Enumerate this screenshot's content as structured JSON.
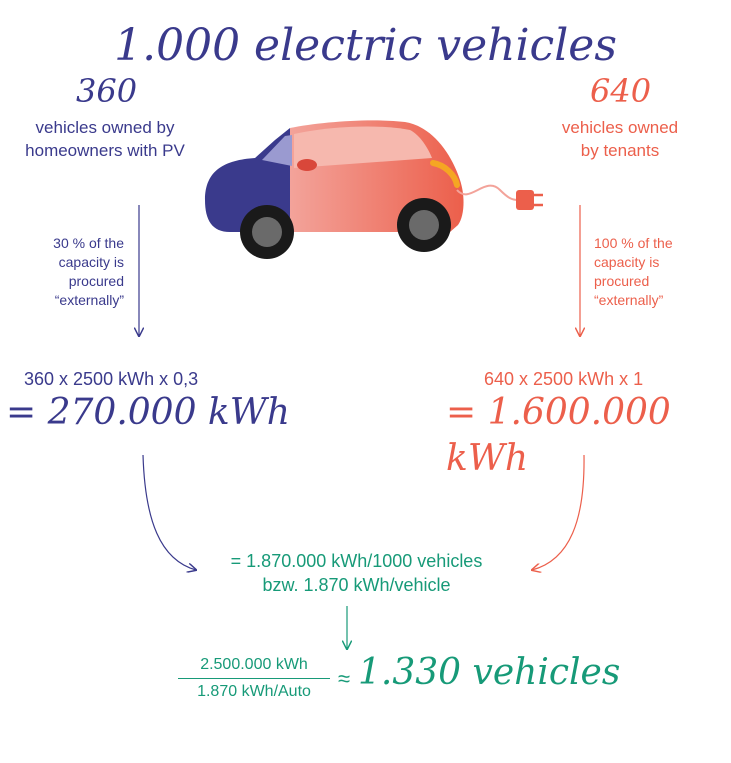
{
  "title": "1.000 electric vehicles",
  "left": {
    "count": "360",
    "description_line1": "vehicles owned by",
    "description_line2": "homeowners with PV",
    "note_line1": "30 % of the",
    "note_line2": "capacity is",
    "note_line3": "procured",
    "note_line4": "“externally”",
    "formula": "360 x 2500 kWh x 0,3",
    "result": "= 270.000 kWh"
  },
  "right": {
    "count": "640",
    "description_line1": "vehicles owned",
    "description_line2": "by tenants",
    "note_line1": "100 % of the",
    "note_line2": "capacity is",
    "note_line3": "procured",
    "note_line4": "“externally”",
    "formula": "640 x 2500 kWh x 1",
    "result": "= 1.600.000 kWh"
  },
  "sum": {
    "line1": "= 1.870.000 kWh/1000 vehicles",
    "line2": "bzw. 1.870 kWh/vehicle"
  },
  "final": {
    "numerator": "2.500.000 kWh",
    "denominator": "1.870 kWh/Auto",
    "approx": "≈",
    "result": "1.330 vehicles"
  },
  "colors": {
    "navy": "#3a3a8c",
    "coral": "#ec5f4b",
    "teal": "#179a78"
  },
  "icons": {
    "car": "electric-car-icon",
    "plug": "plug-icon"
  }
}
